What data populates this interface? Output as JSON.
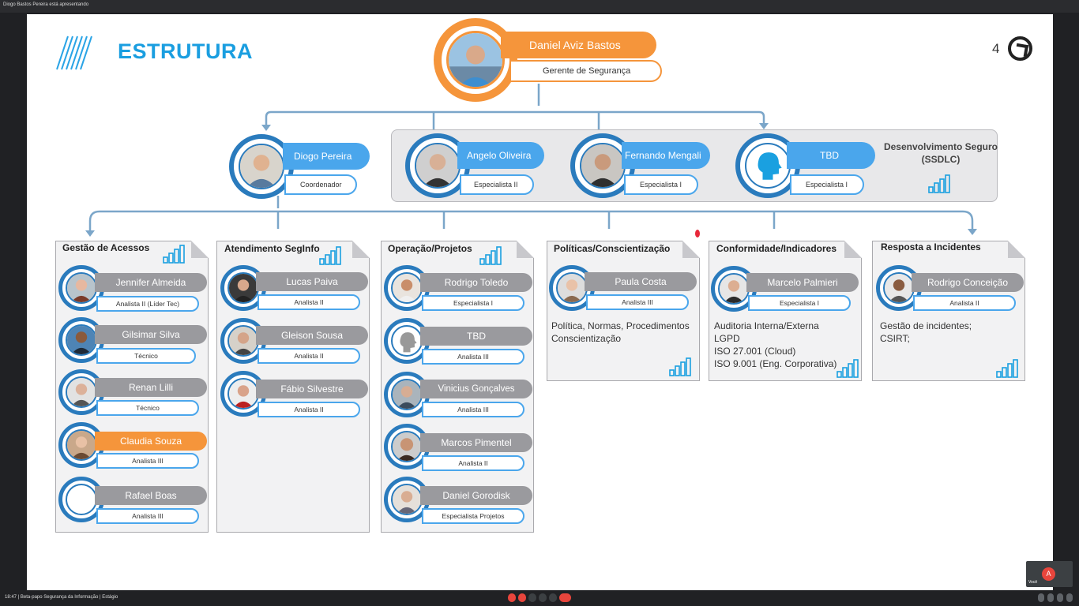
{
  "topbar": {
    "presenter_text": "Diogo Bastos Pereira está apresentando"
  },
  "bottombar": {
    "meeting_text": "18:47  |  Beta-papo Segurança da Informação | Estágio"
  },
  "tile": {
    "initial": "A",
    "name": "Você"
  },
  "slide": {
    "title": "ESTRUTURA",
    "page_number": "4",
    "accent_color": "#1a9ee0",
    "manager": {
      "name": "Daniel Aviz Bastos",
      "role": "Gerente de Segurança",
      "color": "#f5953b"
    },
    "coordinator": {
      "name": "Diogo Pereira",
      "role": "Coordenador"
    },
    "ssdlc": {
      "label_line1": "Desenvolvimento Seguro",
      "label_line2": "(SSDLC)",
      "members": [
        {
          "name": "Angelo Oliveira",
          "role": "Especialista II"
        },
        {
          "name": "Fernando Mengali",
          "role": "Especialista I"
        },
        {
          "name": "TBD",
          "role": "Especialista I"
        }
      ]
    },
    "teams": [
      {
        "title": "Gestão de Acessos",
        "members": [
          {
            "name": "Jennifer Almeida",
            "role": "Analista II (Líder Tec)"
          },
          {
            "name": "Gilsimar Silva",
            "role": "Técnico"
          },
          {
            "name": "Renan Lilli",
            "role": "Técnico"
          },
          {
            "name": "Claudia Souza",
            "role": "Analista III"
          },
          {
            "name": "Rafael Boas",
            "role": "Analista III"
          }
        ]
      },
      {
        "title": "Atendimento SegInfo",
        "members": [
          {
            "name": "Lucas Paiva",
            "role": "Analista II"
          },
          {
            "name": "Gleison Sousa",
            "role": "Analista II"
          },
          {
            "name": "Fábio Silvestre",
            "role": "Analista II"
          }
        ]
      },
      {
        "title": "Operação/Projetos",
        "members": [
          {
            "name": "Rodrigo Toledo",
            "role": "Especialista I"
          },
          {
            "name": "TBD",
            "role": "Analista III"
          },
          {
            "name": "Vinicius Gonçalves",
            "role": "Analista III"
          },
          {
            "name": "Marcos Pimentel",
            "role": "Analista II"
          },
          {
            "name": "Daniel Gorodisk",
            "role": "Especialista Projetos"
          }
        ]
      },
      {
        "title": "Políticas/Conscientização",
        "members": [
          {
            "name": "Paula Costa",
            "role": "Analista III"
          }
        ],
        "desc": [
          "Política, Normas, Procedimentos",
          "Conscientização"
        ]
      },
      {
        "title": "Conformidade/Indicadores",
        "members": [
          {
            "name": "Marcelo Palmieri",
            "role": "Especialista I"
          }
        ],
        "desc": [
          "Auditoria Interna/Externa",
          "LGPD",
          "ISO 27.001 (Cloud)",
          "ISO 9.001 (Eng. Corporativa)"
        ]
      },
      {
        "title": "Resposta a Incidentes",
        "members": [
          {
            "name": "Rodrigo Conceição",
            "role": "Analista II"
          }
        ],
        "desc": [
          "Gestão de incidentes;",
          "CSIRT;"
        ]
      }
    ]
  }
}
